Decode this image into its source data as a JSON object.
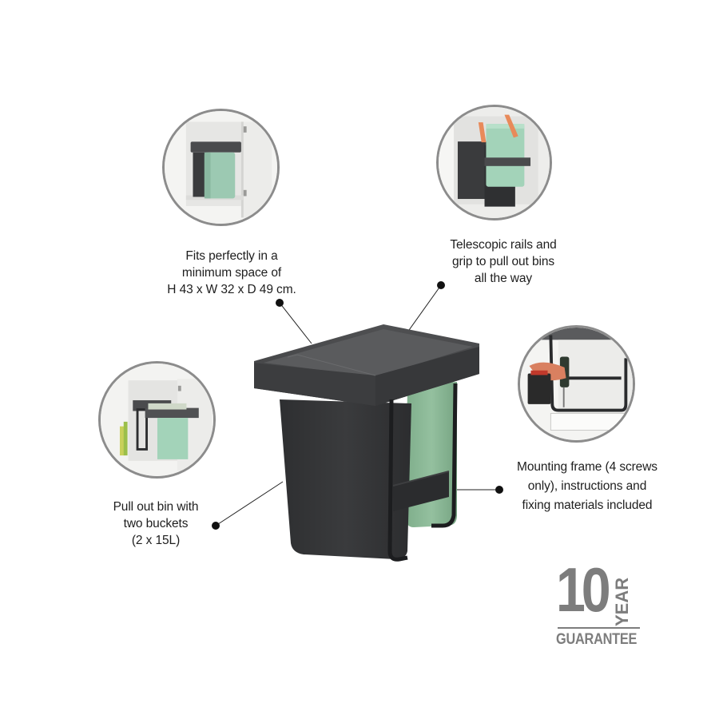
{
  "callouts": {
    "dimensions": {
      "lines": [
        "Fits perfectly in a",
        "minimum space of",
        "H 43 x W 32 x D 49 cm."
      ]
    },
    "telescopic": {
      "lines": [
        "Telescopic rails and",
        "grip to pull out bins",
        "all the way"
      ]
    },
    "mounting": {
      "lines": [
        "Mounting frame (4 screws",
        "only), instructions and",
        "fixing materials included"
      ]
    },
    "buckets": {
      "lines": [
        "Pull out bin with",
        "two buckets",
        "(2 x 15L)"
      ]
    }
  },
  "insets": [
    {
      "name": "bin-in-cabinet",
      "desc": "Bin installed inside cabinet"
    },
    {
      "name": "lifting-bucket",
      "desc": "Hands lifting green bucket out of rail"
    },
    {
      "name": "pulled-out-bin",
      "desc": "Bin pulled out of cabinet"
    },
    {
      "name": "mounting-with-drill",
      "desc": "Drill fixing mounting frame"
    }
  ],
  "guarantee": {
    "number": "10",
    "unit": "YEAR",
    "label": "GUARANTEE"
  },
  "colors": {
    "bin_dark": "#3a3b3d",
    "lid": "#4a4b4d",
    "bucket_green": "#8fb89a",
    "inset_border": "#8c8c8c",
    "guarantee_grey": "#7d7d7d",
    "text": "#1e1e1e"
  }
}
